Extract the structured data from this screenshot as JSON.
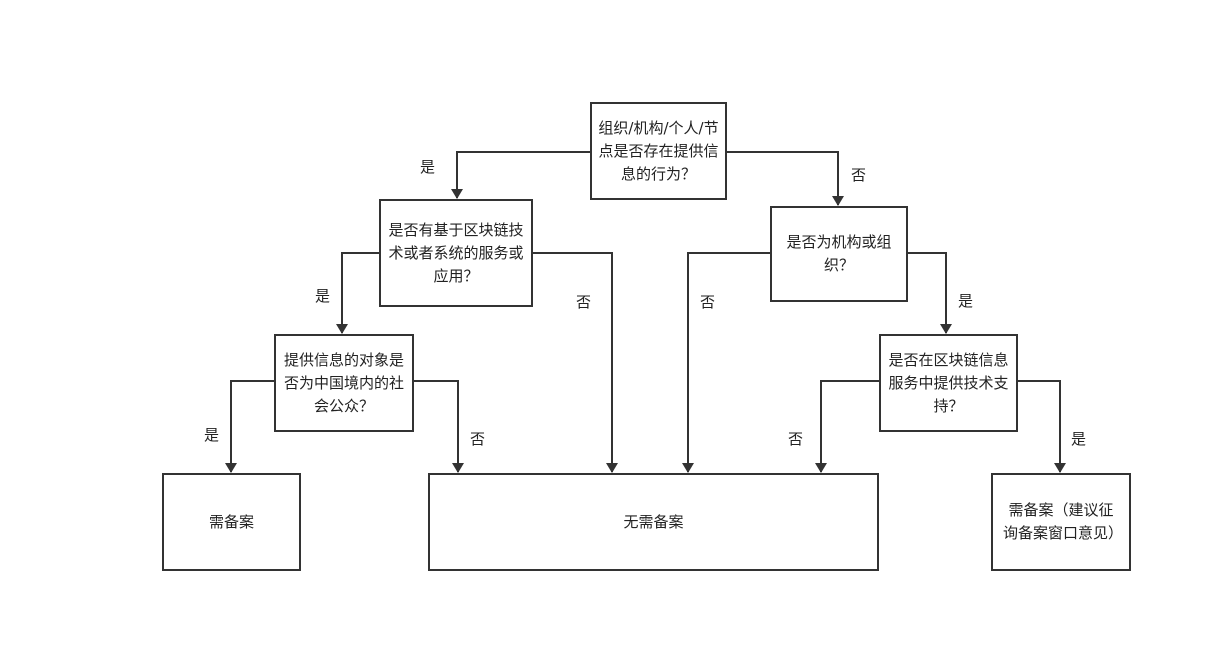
{
  "nodes": {
    "n_root": "组织/机构/个人/节点是否存在提供信息的行为？",
    "n_blockchain": "是否有基于区块链技术或者系统的服务或应用？",
    "n_org": "是否为机构或组织？",
    "n_public": "提供信息的对象是否为中国境内的社会公众？",
    "n_tech": "是否在区块链信息服务中提供技术支持？",
    "n_need": "需备案",
    "n_none": "无需备案",
    "n_need_advice": "需备案（建议征询备案窗口意见）"
  },
  "edges": [
    {
      "id": "e_root_yes",
      "from": "n_root",
      "to": "n_blockchain",
      "label": "是"
    },
    {
      "id": "e_root_no",
      "from": "n_root",
      "to": "n_org",
      "label": "否"
    },
    {
      "id": "e_bc_yes",
      "from": "n_blockchain",
      "to": "n_public",
      "label": "是"
    },
    {
      "id": "e_bc_no",
      "from": "n_blockchain",
      "to": "n_none",
      "label": "否"
    },
    {
      "id": "e_org_no",
      "from": "n_org",
      "to": "n_none",
      "label": "否"
    },
    {
      "id": "e_org_yes",
      "from": "n_org",
      "to": "n_tech",
      "label": "是"
    },
    {
      "id": "e_pub_yes",
      "from": "n_public",
      "to": "n_need",
      "label": "是"
    },
    {
      "id": "e_pub_no",
      "from": "n_public",
      "to": "n_none",
      "label": "否"
    },
    {
      "id": "e_tech_no",
      "from": "n_tech",
      "to": "n_none",
      "label": "否"
    },
    {
      "id": "e_tech_yes",
      "from": "n_tech",
      "to": "n_need_advice",
      "label": "是"
    }
  ]
}
